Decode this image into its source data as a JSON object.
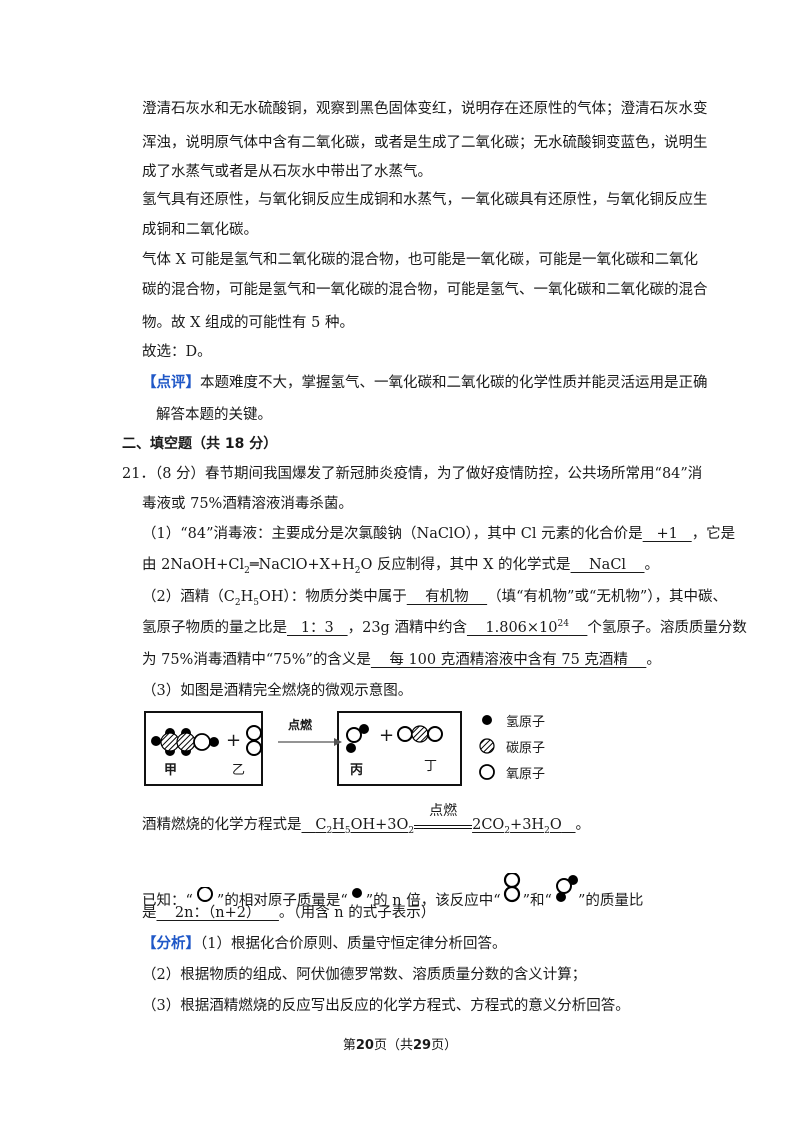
{
  "lines": {
    "l1": "澄清石灰水和无水硫酸铜，观察到黑色固体变红，说明存在还原性的气体；澄清石灰水变",
    "l2": "浑浊，说明原气体中含有二氧化碳，或者是生成了二氧化碳；无水硫酸铜变蓝色，说明生",
    "l3": "成了水蒸气或者是从石灰水中带出了水蒸气。",
    "l4": "氢气具有还原性，与氧化铜反应生成铜和水蒸气，一氧化碳具有还原性，与氧化铜反应生",
    "l5": "成铜和二氧化碳。",
    "l6": "气体 X 可能是氢气和二氧化碳的混合物，也可能是一氧化碳，可能是一氧化碳和二氧化",
    "l7": "碳的混合物，可能是氢气和一氧化碳的混合物，可能是氢气、一氧化碳和二氧化碳的混合",
    "l8": "物。故 X 组成的可能性有 5 种。",
    "l9": "故选：D。"
  },
  "comment": {
    "tag": "【点评】",
    "text1": "本题难度不大，掌握氢气、一氧化碳和二氧化碳的化学性质并能灵活运用是正确",
    "text2": "解答本题的关键。"
  },
  "section_title": "二、填空题（共 18 分）",
  "q21": {
    "intro1": "21．（8 分）春节期间我国爆发了新冠肺炎疫情，为了做好疫情防控，公共场所常用“84”消",
    "intro2": "毒液或 75%酒精溶液消毒杀菌。",
    "p1a": "（1）“84”消毒液：主要成分是次氯酸钠（NaClO），其中 Cl 元素的化合价是",
    "ans_valence": "   +1   ",
    "p1b": "，它是",
    "p1c": "由 2NaOH+Cl",
    "p1c_sub": "2",
    "p1d": "═NaClO+X+H",
    "p1d_sub": "2",
    "p1e": "O 反应制得，其中 X 的化学式是",
    "ans_x": "    NaCl    ",
    "p1f": "。",
    "p2a": "（2）酒精（C",
    "p2a_sub1": "2",
    "p2a_mid": "H",
    "p2a_sub2": "5",
    "p2a_end": "OH）：物质分类中属于",
    "ans_class": "    有机物    ",
    "p2b": "（填“有机物”或“无机物”），其中碳、",
    "p3a": "氢原子物质的量之比是",
    "ans_ratio": "   1：3   ",
    "p3b": "，23g 酒精中约含",
    "ans_count_base": "    1.806×10",
    "ans_count_exp": "24",
    "p3c": "个氢原子。溶质质量分数",
    "p4a": "为 75%消毒酒精中“75%”的含义是",
    "ans_meaning": "    每 100 克酒精溶液中含有 75 克酒精    ",
    "p4b": "。",
    "p5": "（3）如图是酒精完全燃烧的微观示意图。"
  },
  "diagram": {
    "label_jia": "甲",
    "label_yi": "乙",
    "label_bing": "丙",
    "label_ding": "丁",
    "plus": "+",
    "arrow_condition": "点燃",
    "legend_h": "氢原子",
    "legend_c": "碳原子",
    "legend_o": "氧原子"
  },
  "equation": {
    "prefix": "酒精燃烧的化学方程式是",
    "lhs_a": "C",
    "lhs_s1": "2",
    "lhs_b": "H",
    "lhs_s2": "5",
    "lhs_c": "OH+3O",
    "lhs_s3": "2",
    "condition": "点燃",
    "rhs_a": "2CO",
    "rhs_s1": "2",
    "rhs_b": "+3H",
    "rhs_s2": "2",
    "rhs_c": "O",
    "suffix": "。"
  },
  "known": {
    "a": "已知：“",
    "b": "”的相对原子质量是“",
    "c": "”的 n 倍，该反应中“",
    "d": "”和“",
    "e": "”的质量比",
    "f": "是",
    "ans": "    2n：（n+2）    ",
    "g": "。（用含 n 的式子表示）"
  },
  "analysis": {
    "tag": "【分析】",
    "t1": "（1）根据化合价原则、质量守恒定律分析回答。",
    "t2": "（2）根据物质的组成、阿伏伽德罗常数、溶质质量分数的含义计算；",
    "t3": "（3）根据酒精燃烧的反应写出反应的化学方程式、方程式的意义分析回答。"
  },
  "footer": {
    "a": "第",
    "page": "20",
    "b": "页（共",
    "total": "29",
    "c": "页）"
  },
  "colors": {
    "tag_blue": "#1f57c7",
    "text": "#1a1a1a"
  }
}
